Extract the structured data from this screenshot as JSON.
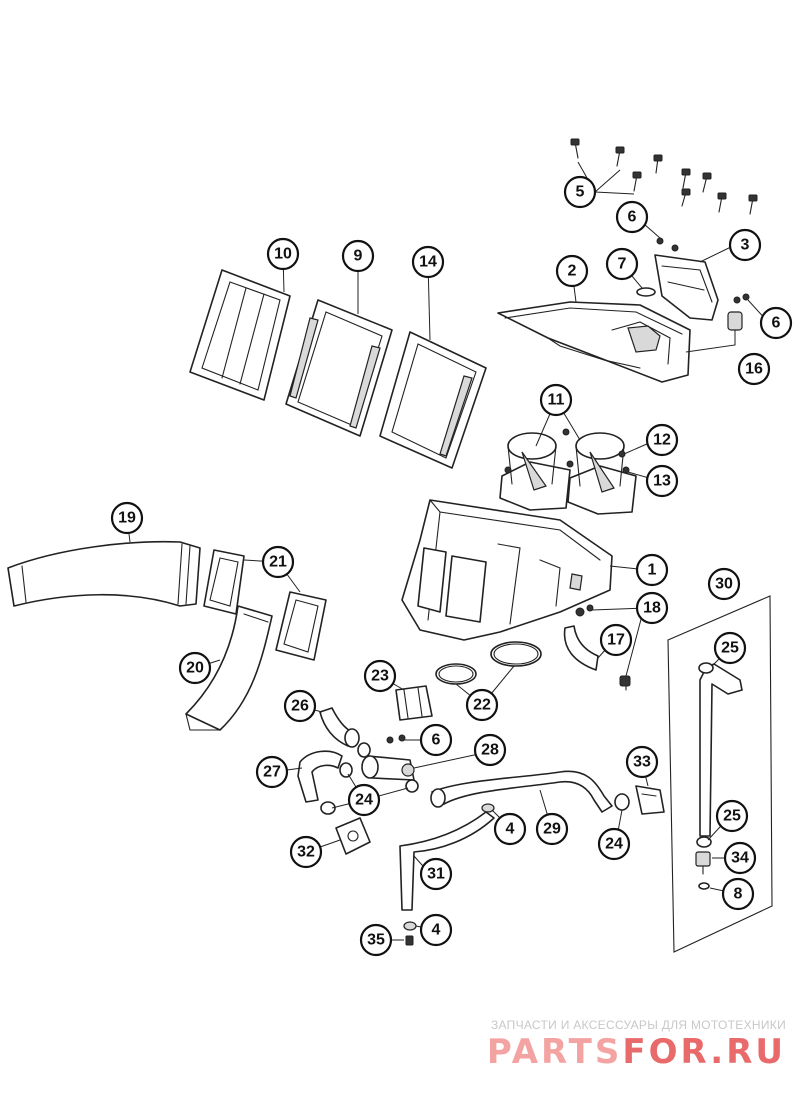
{
  "callouts": [
    "1",
    "2",
    "3",
    "4",
    "5",
    "6",
    "7",
    "8",
    "9",
    "10",
    "11",
    "12",
    "13",
    "14",
    "16",
    "17",
    "18",
    "19",
    "20",
    "21",
    "22",
    "23",
    "24",
    "25",
    "26",
    "27",
    "28",
    "29",
    "30",
    "31",
    "32",
    "33",
    "34",
    "35"
  ],
  "watermark": {
    "tagline": "ЗАПЧАСТИ И АКСЕССУАРЫ ДЛЯ МОТОТЕХНИКИ",
    "logo_part1": "PARTS",
    "logo_part2": "FOR.RU"
  },
  "colors": {
    "line": "#222222",
    "watermark_light": "#f4a3a3",
    "watermark_dark": "#e96a6a",
    "tagline": "#c8c8c8"
  }
}
